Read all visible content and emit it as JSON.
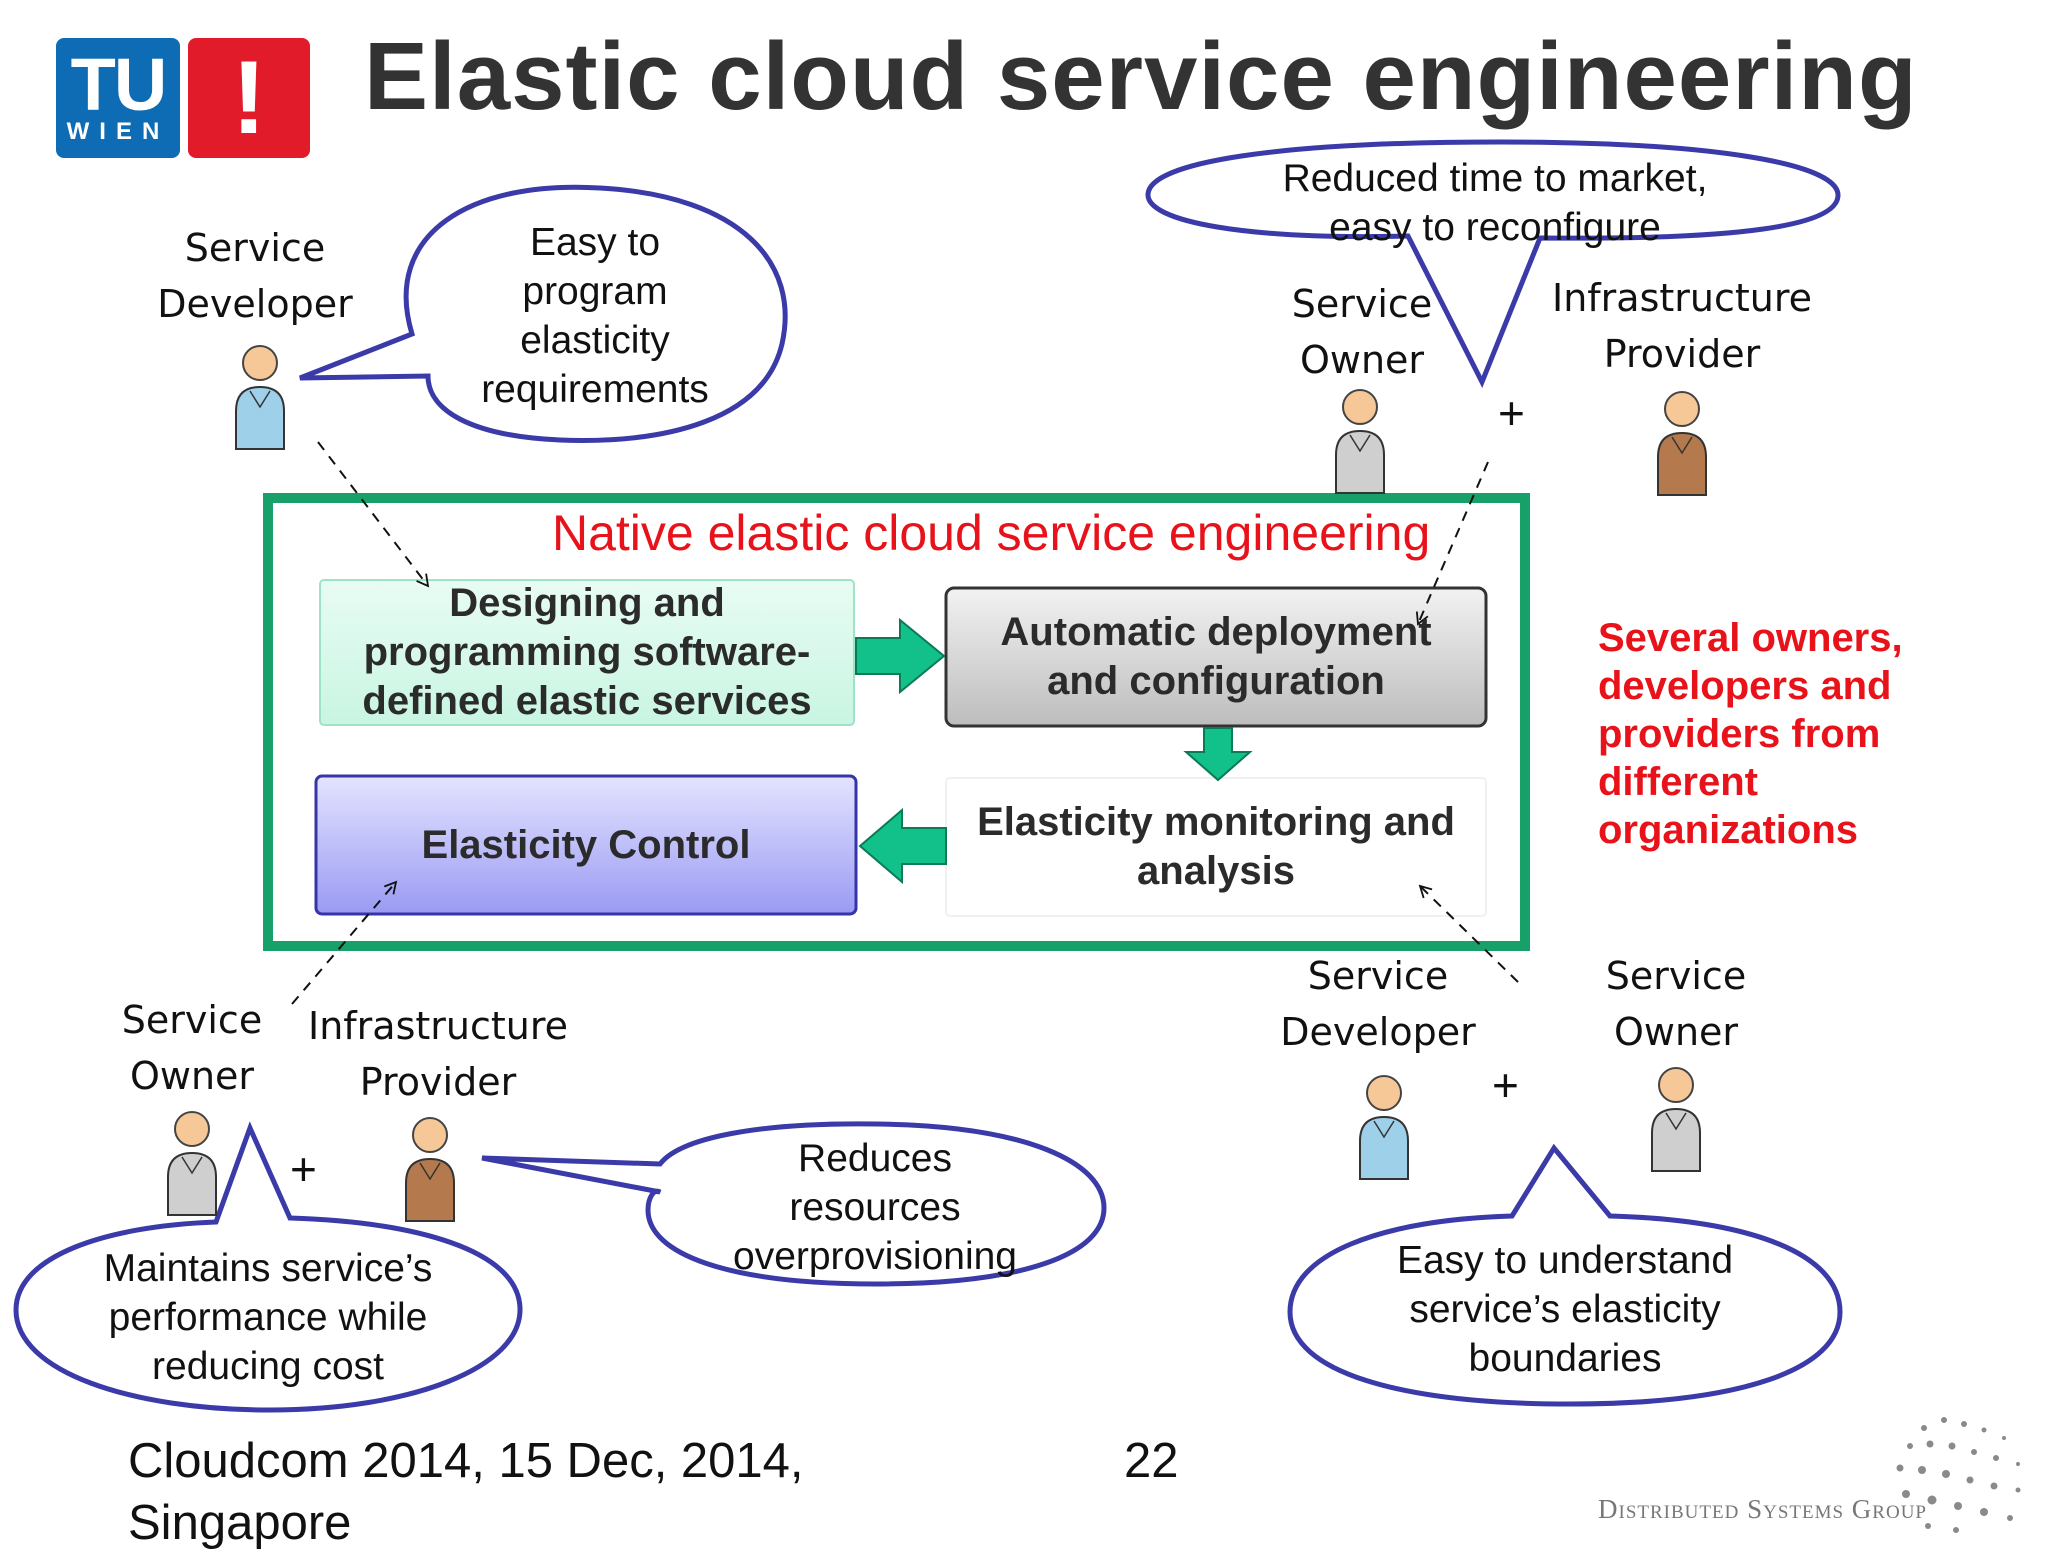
{
  "title": "Elastic cloud service engineering",
  "logo": {
    "tu": "TU",
    "wien": "WIEN",
    "mark": "!"
  },
  "roles": {
    "top_left_developer": [
      "Service",
      "Developer"
    ],
    "top_right_owner": [
      "Service",
      "Owner"
    ],
    "top_right_provider": [
      "Infrastructure",
      "Provider"
    ],
    "bottom_left_owner": [
      "Service",
      "Owner"
    ],
    "bottom_left_provider": [
      "Infrastructure",
      "Provider"
    ],
    "bottom_right_developer": [
      "Service",
      "Developer"
    ],
    "bottom_right_owner": [
      "Service",
      "Owner"
    ]
  },
  "plus": "+",
  "bubbles": {
    "developer": [
      "Easy to",
      "program",
      "elasticity",
      "requirements"
    ],
    "market": [
      "Reduced time to market,",
      "easy to reconfigure"
    ],
    "reduces": [
      "Reduces",
      "resources",
      "overprovisioning"
    ],
    "maintains": [
      "Maintains service’s",
      "performance while",
      "reducing cost"
    ],
    "understand": [
      "Easy to understand",
      "service’s elasticity",
      "boundaries"
    ]
  },
  "native_title": "Native elastic cloud service engineering",
  "boxes": {
    "designing": [
      "Designing and",
      "programming software-",
      "defined elastic services"
    ],
    "deployment": [
      "Automatic deployment",
      "and configuration"
    ],
    "control": [
      "Elasticity Control"
    ],
    "monitoring": [
      "Elasticity monitoring and",
      "analysis"
    ]
  },
  "side_note": [
    "Several owners,",
    "developers and",
    "providers from",
    "different",
    "organizations"
  ],
  "footer": {
    "left": [
      "Cloudcom 2014, 15 Dec, 2014,",
      "Singapore"
    ],
    "page": "22",
    "group": "Distributed Systems Group"
  },
  "colors": {
    "frame": "#17a06a",
    "bubble_border": "#3a3aa8",
    "native_red": "#e8121b",
    "designing_fill": "#d8f8ec",
    "deployment_fill": "#c8c8c8",
    "control_fill": "#a9a9f6",
    "arrow_fill": "#12c08a"
  },
  "icons": {
    "person_blue": "person-blue-icon",
    "person_gray": "person-gray-icon",
    "person_brown": "person-brown-icon"
  }
}
